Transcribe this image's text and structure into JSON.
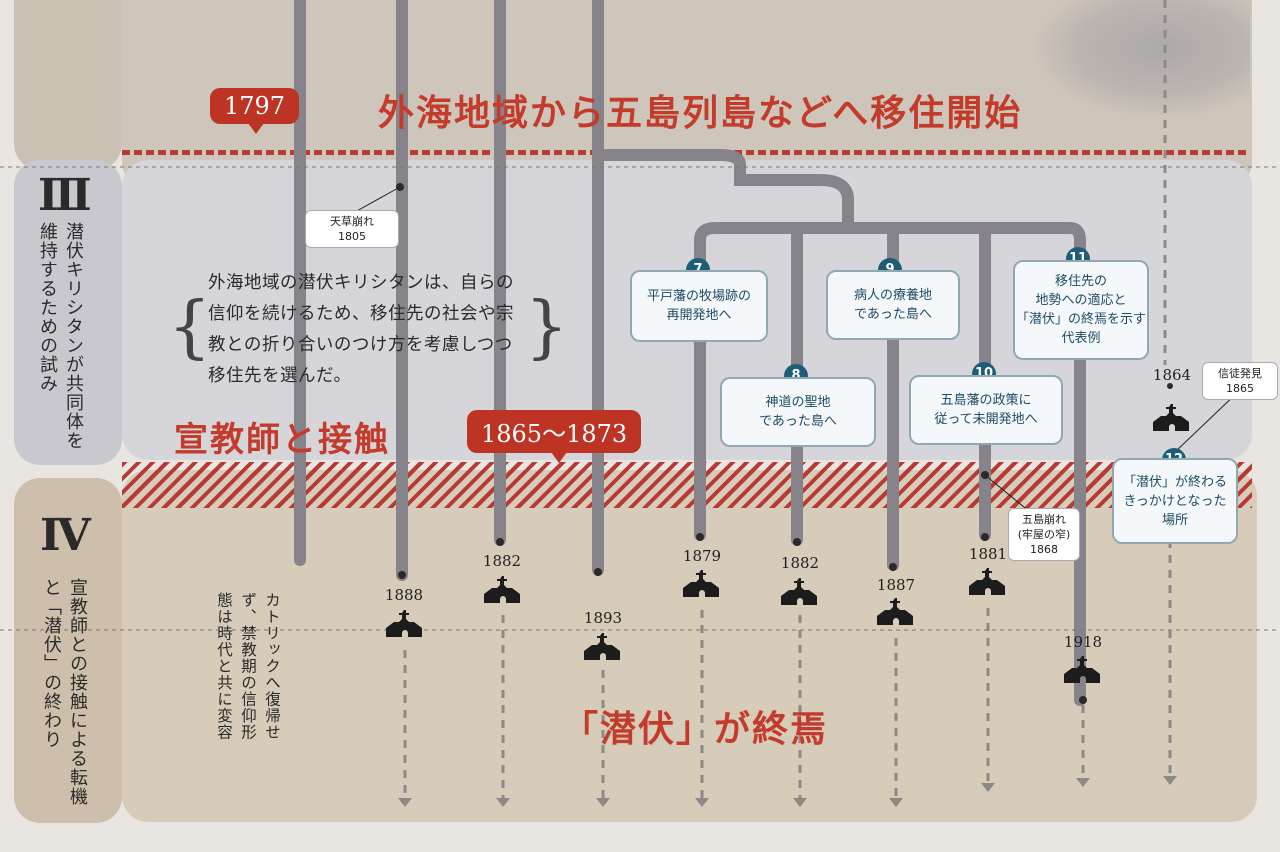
{
  "bands": {
    "top": {
      "year_tag": "1797",
      "headline": "外海地域から五島列島などへ移住開始"
    },
    "mid": {
      "roman": "III",
      "side_text": "潜伏キリシタンが共同体を維持するための試み",
      "description": "外海地域の潜伏キリシタンは、自らの信仰を続けるため、移住先の社会や宗教との折り合いのつけ方を考慮しつつ移住先を選んだ。",
      "contact_title": "宣教師と接触",
      "contact_years": "1865〜1873"
    },
    "bot": {
      "roman": "IV",
      "side_text": "宣教師との接触による転機と「潜伏」の終わり",
      "vertical_note": "カトリックへ復帰せず、禁教期の信仰形態は時代と共に変容",
      "end_title": "「潜伏」が終焉"
    }
  },
  "notes": {
    "amakusa": "天草崩れ\n1805",
    "goto": "五島崩れ\n(牢屋の窄)\n1868",
    "discovery": "信徒発見\n1865"
  },
  "cards": [
    {
      "num": "7",
      "text": "平戸藩の牧場跡の\n再開発地へ"
    },
    {
      "num": "8",
      "text": "神道の聖地\nであった島へ"
    },
    {
      "num": "9",
      "text": "病人の療養地\nであった島へ"
    },
    {
      "num": "10",
      "text": "五島藩の政策に\n従って未開発地へ"
    },
    {
      "num": "11",
      "text": "移住先の\n地勢への適応と\n「潜伏」の終焉を示す\n代表例"
    },
    {
      "num": "12",
      "text": "「潜伏」が終わる\nきっかけとなった\n場所"
    }
  ],
  "church_years": [
    "1888",
    "1882",
    "1893",
    "1879",
    "1882",
    "1887",
    "1881",
    "1918",
    "1864"
  ],
  "icons": {
    "church": "church-icon",
    "arrow": "arrow-down-icon"
  },
  "colors": {
    "accent_red": "#bd3324",
    "card_teal": "#1e5d78",
    "line_gray": "#86848a"
  }
}
